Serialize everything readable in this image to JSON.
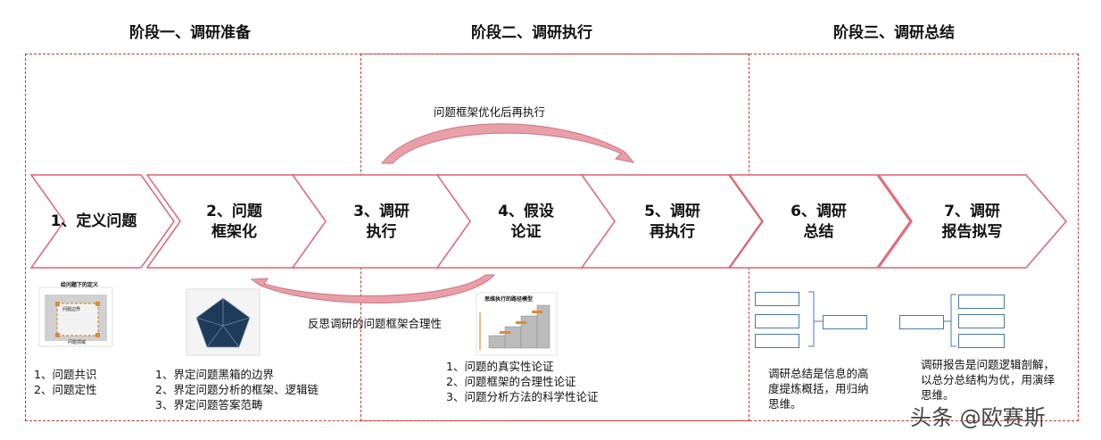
{
  "stages": [
    {
      "title": "阶段一、调研准备"
    },
    {
      "title": "阶段二、调研执行"
    },
    {
      "title": "阶段三、调研总结"
    }
  ],
  "steps": [
    {
      "label": "1、定义问题"
    },
    {
      "label": "2、问题\n框架化"
    },
    {
      "label": "3、调研\n执行"
    },
    {
      "label": "4、假设\n论证"
    },
    {
      "label": "5、调研\n再执行"
    },
    {
      "label": "6、调研\n总结"
    },
    {
      "label": "7、调研\n报告拟写"
    }
  ],
  "loops": {
    "forward": "问题框架优化后再执行",
    "backward": "反思调研的问题框架合理性"
  },
  "notes": {
    "step1": [
      "1、问题共识",
      "2、问题定性"
    ],
    "step2": [
      "1、界定问题黑箱的边界",
      "2、界定问题分析的框架、逻辑链",
      "3、界定问题答案范畴"
    ],
    "step4": [
      "1、问题的真实性论证",
      "2、问题框架的合理性论证",
      "3、问题分析方法的科学性论证"
    ],
    "step6": "调研总结是信息的高度提炼概括，用归纳思维。",
    "step7": "调研报告是问题逻辑剖解，以总分总结构为优，用演绎思维。"
  },
  "figures": {
    "step1_title": "给问题下的定义",
    "step1_inner": "问题边界",
    "step1_bottom": "问题领域",
    "step4_title": "思维执行的路径模型"
  },
  "watermark": "头条 @欧赛斯",
  "colors": {
    "chevron_stroke": "#e06070",
    "frame": "#c0392b",
    "loop_arrow": "#e8a0a8",
    "box": "#4a78b5"
  }
}
